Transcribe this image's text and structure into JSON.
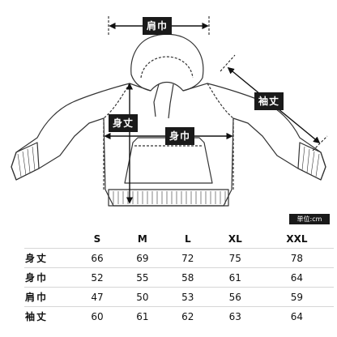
{
  "diagram": {
    "labels": {
      "shoulder_width": "肩巾",
      "sleeve_length": "袖丈",
      "body_length": "身丈",
      "body_width": "身巾"
    },
    "unit_note": "単位:cm"
  },
  "size_table": {
    "columns": [
      "S",
      "M",
      "L",
      "XL",
      "XXL"
    ],
    "rows": [
      {
        "label": "身丈",
        "values": [
          "66",
          "69",
          "72",
          "75",
          "78"
        ]
      },
      {
        "label": "身巾",
        "values": [
          "52",
          "55",
          "58",
          "61",
          "64"
        ]
      },
      {
        "label": "肩巾",
        "values": [
          "47",
          "50",
          "53",
          "56",
          "59"
        ]
      },
      {
        "label": "袖丈",
        "values": [
          "60",
          "61",
          "62",
          "63",
          "64"
        ]
      }
    ]
  }
}
